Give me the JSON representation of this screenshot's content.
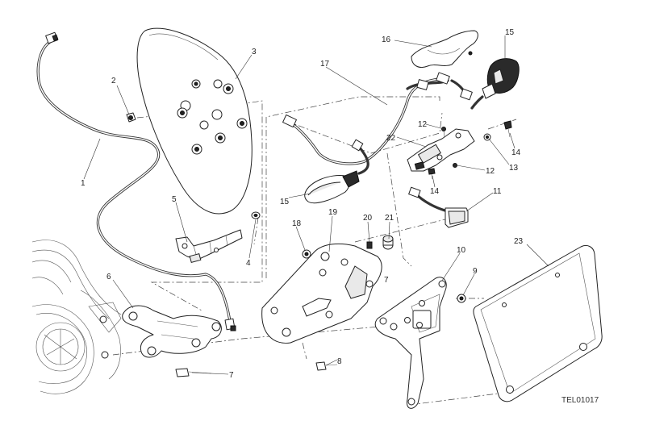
{
  "diagram": {
    "drawing_code": "TEL01017",
    "callouts": [
      "1",
      "2",
      "3",
      "4",
      "5",
      "6",
      "7",
      "7",
      "8",
      "9",
      "10",
      "11",
      "12",
      "12",
      "13",
      "14",
      "14",
      "15",
      "15",
      "16",
      "17",
      "18",
      "19",
      "20",
      "21",
      "22",
      "23"
    ]
  }
}
